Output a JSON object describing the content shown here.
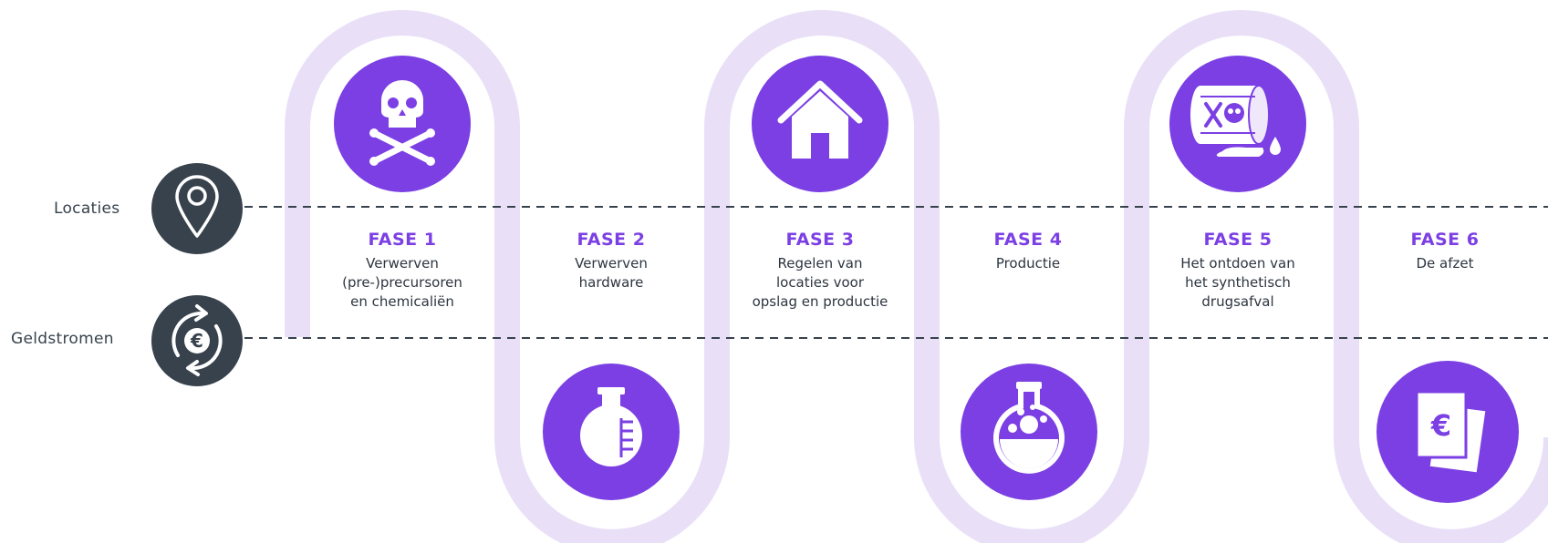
{
  "sides": {
    "locaties": "Locaties",
    "geldstromen": "Geldstromen"
  },
  "phases": [
    {
      "title": "FASE 1",
      "desc": "Verwerven\n(pre-)precursoren\nen chemicaliën",
      "icon": "skull-crossbones-icon"
    },
    {
      "title": "FASE 2",
      "desc": "Verwerven\nhardware",
      "icon": "round-flask-icon"
    },
    {
      "title": "FASE 3",
      "desc": "Regelen van\nlocaties voor\nopslag en productie",
      "icon": "house-icon"
    },
    {
      "title": "FASE 4",
      "desc": "Productie",
      "icon": "bubbling-flask-icon"
    },
    {
      "title": "FASE 5",
      "desc": "Het ontdoen van\nhet synthetisch\ndrugsafval",
      "icon": "toxic-barrel-icon"
    },
    {
      "title": "FASE 6",
      "desc": "De afzet",
      "icon": "euro-banknotes-icon"
    }
  ],
  "colors": {
    "accent": "#7b3fe4",
    "track": "#e9e0f8",
    "dark": "#37424d"
  }
}
